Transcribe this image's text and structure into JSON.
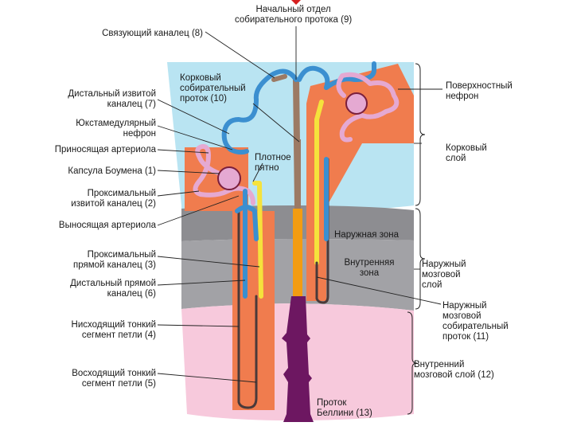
{
  "colors": {
    "cortex": "#b9e4f2",
    "outer_zone": "#8d8d91",
    "inner_zone": "#a2a2a6",
    "inner_medulla": "#f7c9dc",
    "nephron_region": "#f07c4e",
    "blue_tubule": "#3b8fd0",
    "pink_tubule": "#e5a9d2",
    "yellow_tubule": "#f5e23c",
    "collecting_brown": "#9c7a64",
    "collecting_orange": "#f39c12",
    "duct_bellini": "#6d1761"
  },
  "labels": {
    "initial_collecting": "Начальный отдел\nсобирательного протока (9)",
    "connecting_tubule": "Связующий каналец (8)",
    "distal_convoluted": "Дистальный извитой\nканалец (7)",
    "juxtamedullary": "Юкстамедулярный\nнефрон",
    "afferent_arteriole": "Приносящая артериола",
    "bowman_capsule": "Капсула Боумена (1)",
    "proximal_convoluted": "Проксимальный\nизвитой каналец (2)",
    "efferent_arteriole": "Выносящая артериола",
    "proximal_straight": "Проксимальный\nпрямой каналец (3)",
    "distal_straight": "Дистальный прямой\nканалец (6)",
    "descending_thin": "Нисходящий тонкий\nсегмент петли (4)",
    "ascending_thin": "Восходящий тонкий\nсегмент петли (5)",
    "cortical_collecting": "Корковый\nсобирательный\nпроток (10)",
    "macula_densa": "Плотное\nпятно",
    "superficial_nephron": "Поверхностный\nнефрон",
    "cortex": "Корковый\nслой",
    "outer_zone": "Наружная зона",
    "inner_zone": "Внутренняя\nзона",
    "outer_medulla": "Наружный\nмозговой\nслой",
    "outer_medullary_collecting": "Наружный\nмозговой\nсобирательный\nпроток (11)",
    "inner_medulla": "Внутренний\nмозговой слой (12)",
    "bellini_duct": "Проток\nБеллини (13)"
  }
}
